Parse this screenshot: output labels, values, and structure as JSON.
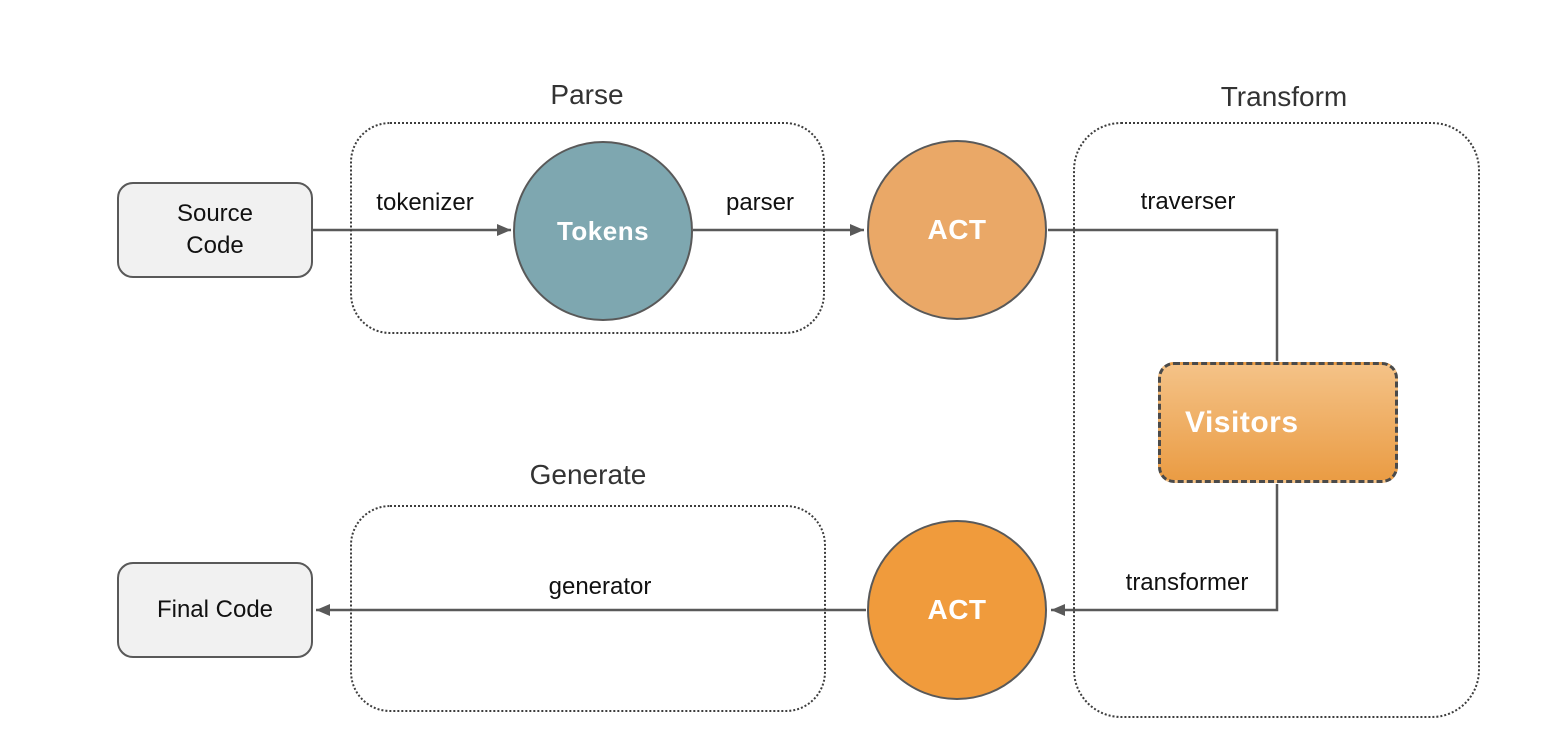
{
  "diagram": {
    "background": "#ffffff",
    "groups": {
      "parse": {
        "title": "Parse"
      },
      "transform": {
        "title": "Transform"
      },
      "generate": {
        "title": "Generate"
      }
    },
    "nodes": {
      "source_code": {
        "label": "Source\nCode"
      },
      "final_code": {
        "label": "Final Code"
      },
      "tokens": {
        "label": "Tokens",
        "fill": "#7ea7b0"
      },
      "ast_parse": {
        "label": "ACT",
        "fill": "#eaa867"
      },
      "ast_transform": {
        "label": "ACT",
        "fill": "#f09b3c"
      },
      "visitors": {
        "label": "Visitors",
        "gradient_top": "#f4c287",
        "gradient_bottom": "#ea9c44"
      }
    },
    "edge_labels": {
      "tokenizer": "tokenizer",
      "parser": "parser",
      "traverser": "traverser",
      "transformer": "transformer",
      "generator": "generator"
    },
    "colors": {
      "line": "#595959",
      "node_border": "#595959",
      "group_border": "#3d3d3d",
      "title_text": "#333333",
      "label_text": "#111111",
      "node_fill_gray": "#f1f1f1",
      "circle_text": "#ffffff"
    }
  }
}
